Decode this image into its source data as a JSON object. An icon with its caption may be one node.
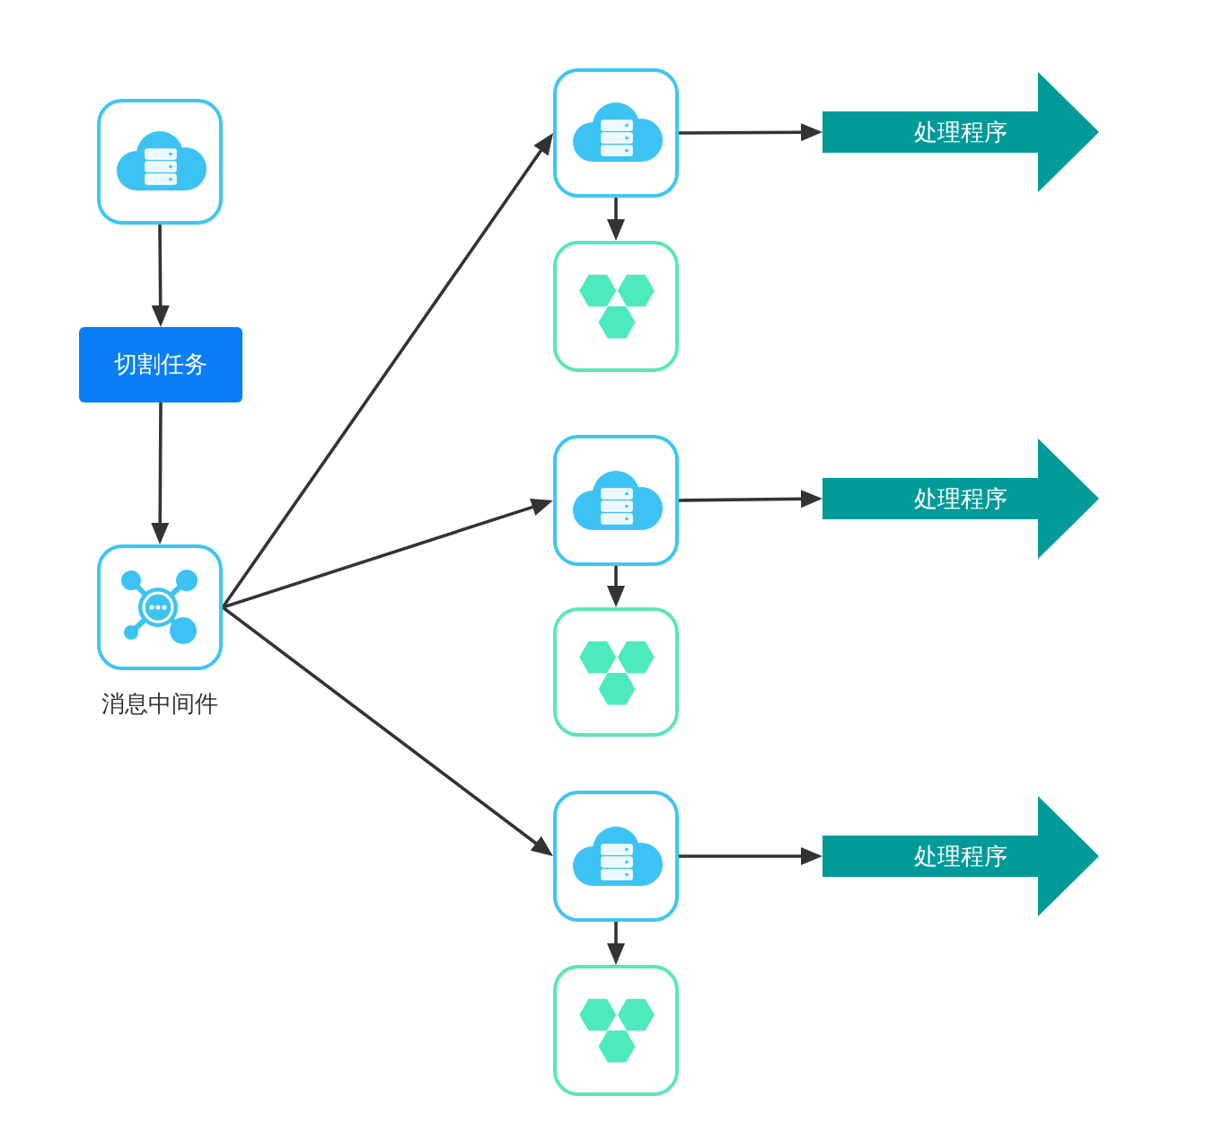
{
  "diagram": {
    "nodes": [
      {
        "text": [],
        "shape": "picture"
      },
      {
        "text": [
          "切割任务"
        ]
      },
      {
        "text": [],
        "shape": "picture",
        "beside": [
          "消息中间件"
        ]
      },
      {
        "text": [],
        "shape": "picture"
      },
      {
        "text": [
          "处理程序"
        ]
      },
      {
        "text": [],
        "shape": "picture"
      },
      {
        "text": [],
        "shape": "picture"
      },
      {
        "text": [
          "处理程序"
        ]
      },
      {
        "text": [],
        "shape": "picture"
      },
      {
        "text": [],
        "shape": "picture"
      },
      {
        "text": [
          "处理程序"
        ]
      },
      {
        "text": [],
        "shape": "picture"
      }
    ],
    "edges": [
      {
        "from": 0,
        "to": 1,
        "arrow": "to"
      },
      {
        "from": 1,
        "to": 2,
        "arrow": "to"
      },
      {
        "from": 2,
        "to": 3,
        "arrow": "to"
      },
      {
        "from": 2,
        "to": 6,
        "arrow": "to"
      },
      {
        "from": 2,
        "to": 9,
        "arrow": "to"
      },
      {
        "from": 3,
        "to": 4,
        "arrow": "to"
      },
      {
        "from": 3,
        "to": 5,
        "arrow": "to"
      },
      {
        "from": 6,
        "to": 7,
        "arrow": "to"
      },
      {
        "from": 6,
        "to": 8,
        "arrow": "to"
      },
      {
        "from": 9,
        "to": 10,
        "arrow": "to"
      },
      {
        "from": 9,
        "to": 11,
        "arrow": "to"
      }
    ]
  }
}
